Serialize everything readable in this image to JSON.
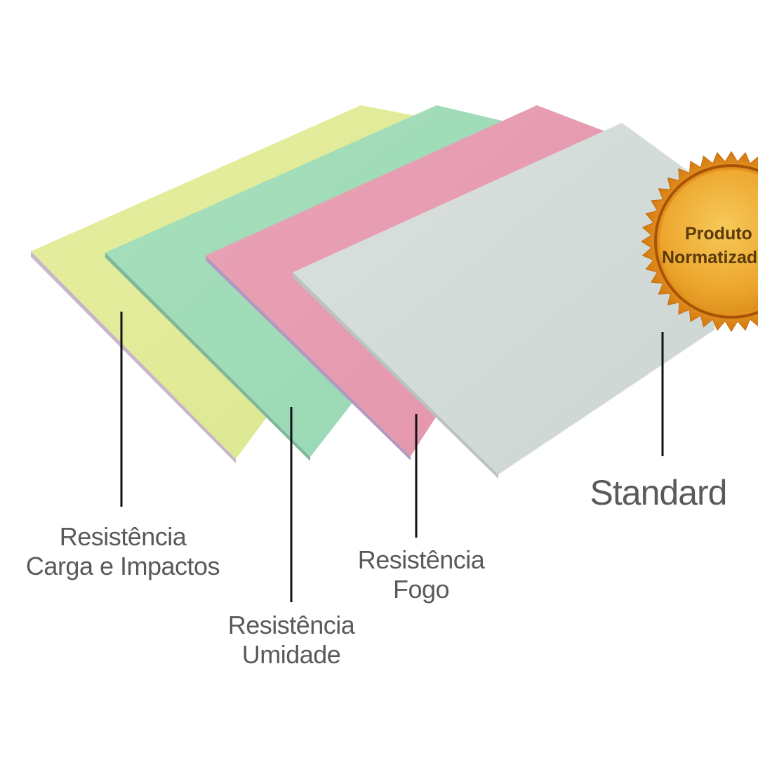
{
  "boards": [
    {
      "id": "carga-impactos",
      "color": "#e1ea9c",
      "label_lines": [
        "Resistência",
        "Carga e Impactos"
      ]
    },
    {
      "id": "umidade",
      "color": "#9fdcb8",
      "label_lines": [
        "Resistência",
        "Umidade"
      ]
    },
    {
      "id": "fogo",
      "color": "#e79db2",
      "label_lines": [
        "Resistência",
        "Fogo"
      ]
    },
    {
      "id": "standard",
      "color": "#d4dcda",
      "label_lines": [
        "Standard"
      ]
    }
  ],
  "seal": {
    "line1": "Produto",
    "line2": "Normatizado",
    "colors": {
      "outer": "#e8901c",
      "ring": "#c96a10",
      "inner": "#f3b33c",
      "text": "#5a3a0a"
    }
  },
  "colors": {
    "label_text": "#5a5a5a",
    "leader_line": "#111111",
    "background": "#ffffff"
  }
}
